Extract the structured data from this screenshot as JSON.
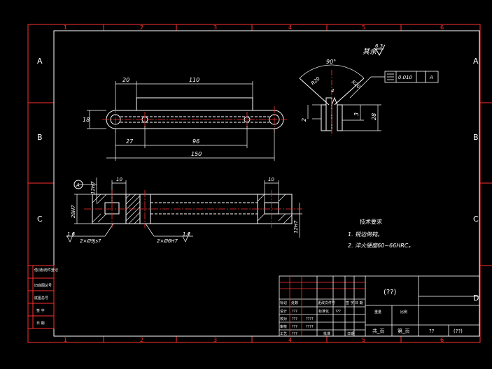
{
  "frame": {
    "col_labels_top": [
      "1",
      "2",
      "3",
      "4",
      "5",
      "6"
    ],
    "col_labels_bottom": [
      "1",
      "2",
      "3",
      "4",
      "5",
      "6"
    ],
    "row_labels_left": [
      "A",
      "B",
      "C"
    ],
    "row_labels_right": [
      "A",
      "B",
      "C",
      "D"
    ]
  },
  "side_stamps": [
    "借(通)用件登记",
    "旧底图总号",
    "底图总号",
    "签 字",
    "日 期"
  ],
  "surface_mark": {
    "prefix": "其余",
    "value": "6.3"
  },
  "top_view": {
    "dim_20": "20",
    "dim_110": "110",
    "dim_18": "18",
    "dim_27": "27",
    "dim_96": "96",
    "dim_150": "150"
  },
  "detail_view": {
    "angle": "90°",
    "r_left": "R20",
    "r_right": "R20",
    "dim_4": "4",
    "dim_2": "2",
    "dim_3": "3",
    "dim_28": "28",
    "tolerance_value": "0.010",
    "tolerance_datum": "A"
  },
  "section_view": {
    "datum_label": "A",
    "dim_10_left": "10",
    "dim_10_right": "10",
    "fit_12h7_left": "12H7",
    "fit_28h7": "28H7",
    "fit_12h7_right": "12H7",
    "rough_1": "1.6",
    "rough_2": "1.6",
    "hole_1": "2×Ø9Js7",
    "hole_2": "2×Ø6H7"
  },
  "notes": {
    "title": "技术要求",
    "line1": "1. 锐边倒钝。",
    "line2": "2. 淬火硬度60~66HRC。"
  },
  "title_block": {
    "part_name": "(??)",
    "header_row": [
      "标记",
      "处数",
      "更改文件号",
      "签 字",
      "日 期"
    ],
    "rows": [
      [
        "设计",
        "???",
        "标准化",
        "???"
      ],
      [
        "校对",
        "???",
        "????"
      ],
      [
        "审核",
        "???",
        "????"
      ],
      [
        "工艺",
        "???",
        "批准",
        "日期"
      ]
    ],
    "weight_label": "重量",
    "scale_label": "比例",
    "sheet_a": "共_页",
    "sheet_b": "第_页",
    "code1": "??",
    "code2": "(??)"
  }
}
